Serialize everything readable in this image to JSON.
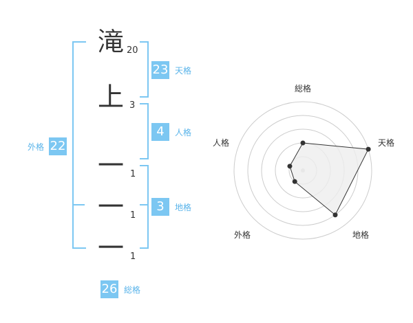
{
  "characters": [
    {
      "char": "滝",
      "strokes": "20"
    },
    {
      "char": "上",
      "strokes": "3"
    },
    {
      "char": "一",
      "strokes": "1"
    },
    {
      "char": "一",
      "strokes": "1"
    },
    {
      "char": "一",
      "strokes": "1"
    }
  ],
  "kaku": {
    "tenkaku": {
      "value": "23",
      "label": "天格"
    },
    "jinkaku": {
      "value": "4",
      "label": "人格"
    },
    "chikaku": {
      "value": "3",
      "label": "地格"
    },
    "gaikaku": {
      "value": "22",
      "label": "外格"
    },
    "soukaku": {
      "value": "26",
      "label": "総格"
    }
  },
  "chart_data": {
    "type": "radar",
    "axes": [
      "総格",
      "天格",
      "地格",
      "外格",
      "人格"
    ],
    "values": [
      2,
      5,
      4,
      1,
      1
    ],
    "max": 5,
    "colors": {
      "accent": "#7cc7f2",
      "grid": "#cccccc",
      "fill": "#eeeeee",
      "line": "#333333"
    }
  }
}
